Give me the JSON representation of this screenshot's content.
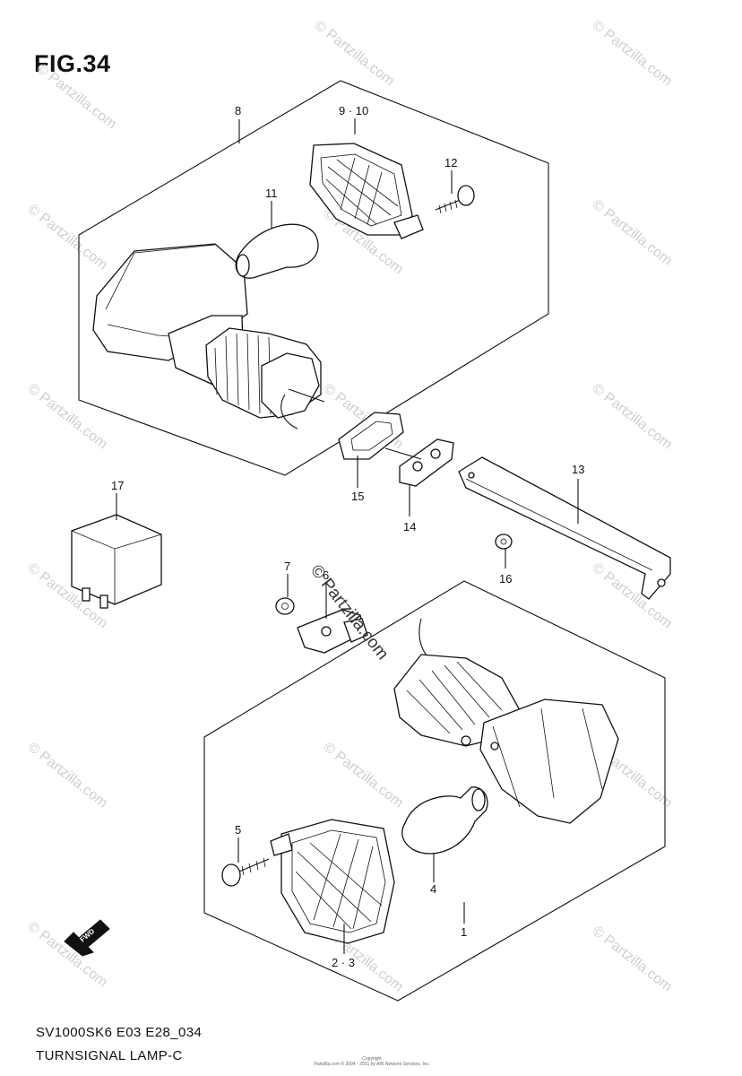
{
  "figure": {
    "title": "FIG.34",
    "model_code": "SV1000SK6 E03 E28_034",
    "part_name": "TURNSIGNAL LAMP-C",
    "copyright_line1": "Copyright",
    "copyright_line2": "Partzilla.com © 2004 - 2021 by ARI Network Services, Inc."
  },
  "watermarks": {
    "faint": "© Partzilla.com",
    "prominent": "© Partzilla.com"
  },
  "callouts": [
    {
      "id": "c1",
      "label": "1"
    },
    {
      "id": "c2",
      "label": "2 · 3"
    },
    {
      "id": "c4",
      "label": "4"
    },
    {
      "id": "c5",
      "label": "5"
    },
    {
      "id": "c6",
      "label": "6"
    },
    {
      "id": "c7",
      "label": "7"
    },
    {
      "id": "c8",
      "label": "8"
    },
    {
      "id": "c9",
      "label": "9 · 10"
    },
    {
      "id": "c11",
      "label": "11"
    },
    {
      "id": "c12",
      "label": "12"
    },
    {
      "id": "c13",
      "label": "13"
    },
    {
      "id": "c14",
      "label": "14"
    },
    {
      "id": "c15",
      "label": "15"
    },
    {
      "id": "c16",
      "label": "16"
    },
    {
      "id": "c17",
      "label": "17"
    }
  ],
  "fwd_arrow": {
    "label": "FWD"
  },
  "colors": {
    "line": "#111111",
    "watermark": "#cfcfcf",
    "background": "#ffffff"
  }
}
